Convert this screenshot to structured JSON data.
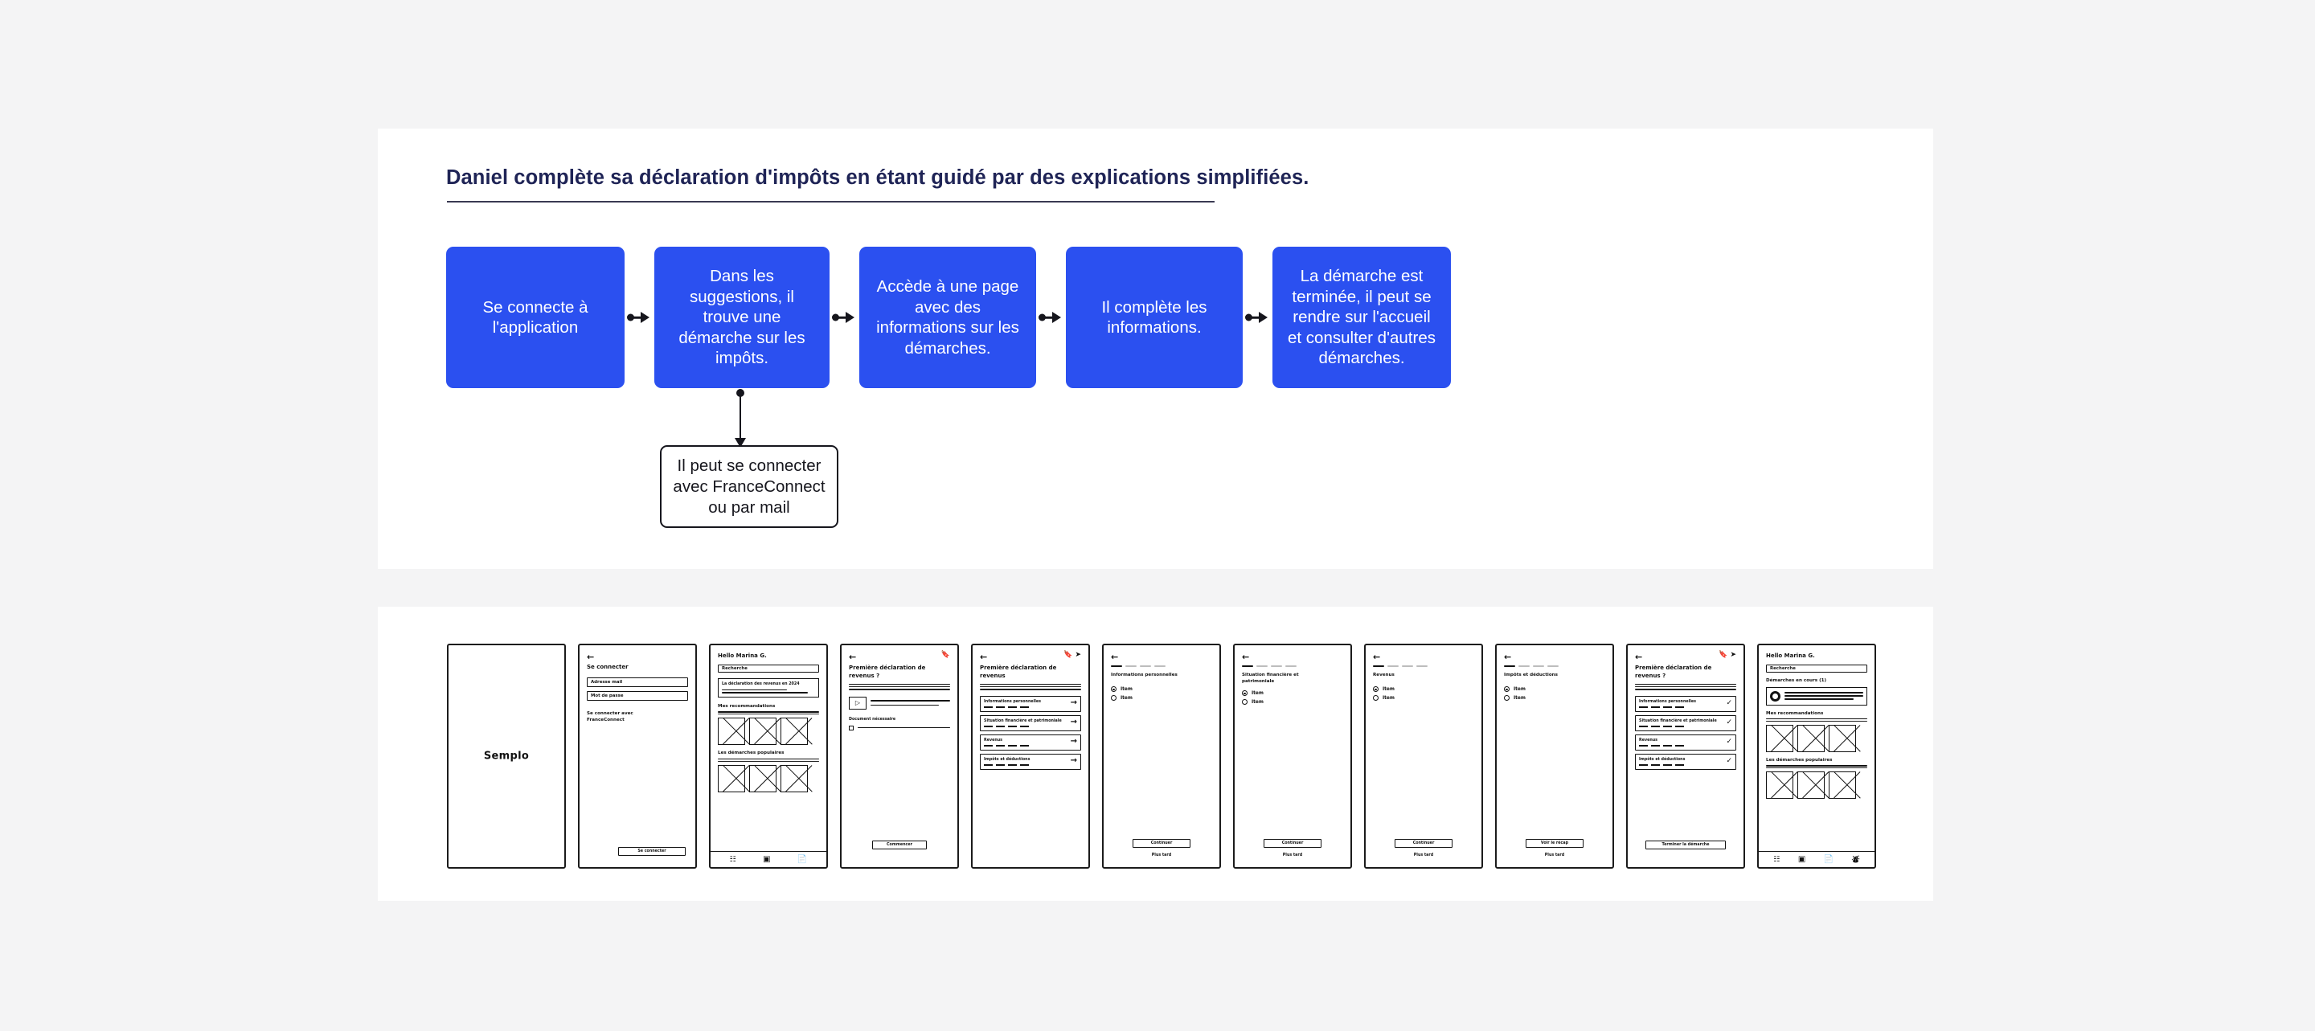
{
  "flow": {
    "title": "Daniel complète sa déclaration d'impôts en étant guidé par des explications simplifiées.",
    "steps": [
      {
        "label": "Se connecte à l'application"
      },
      {
        "label": "Dans les suggestions, il trouve une démarche sur les impôts."
      },
      {
        "label": "Accède à une page avec des informations sur les démarches."
      },
      {
        "label": "Il complète les informations."
      },
      {
        "label": "La démarche est terminée, il peut se rendre sur l'accueil et consulter d'autres démarches."
      }
    ],
    "branch_note": "Il peut se connecter avec FranceConnect ou par mail",
    "accent_color": "#2b50f0",
    "title_color": "#1f2456"
  },
  "wireframes": {
    "splash": {
      "logo": "Semplo"
    },
    "login": {
      "title": "Se connecter",
      "email_placeholder": "Adresse mail",
      "password_placeholder": "Mot de passe",
      "alt_label": "Se connecter avec FranceConnect",
      "submit": "Se connecter",
      "back_icon": "back-arrow-icon"
    },
    "home": {
      "greeting": "Hello Marina G.",
      "search_placeholder": "Recherche",
      "card_title": "La déclaration des revenus en 2024",
      "section_recommendations": "Mes recommandations",
      "section_popular": "Les démarches populaires",
      "nav": [
        "grid-icon",
        "document-icon",
        "file-icon"
      ]
    },
    "intro": {
      "title": "Première déclaration de revenus ?",
      "doc_label": "Document nécessaire",
      "cta": "Commencer",
      "icons": [
        "bookmark-icon"
      ]
    },
    "sections": {
      "title": "Première déclaration de revenus",
      "icons": [
        "bookmark-icon",
        "share-icon"
      ],
      "items": [
        "Informations personnelles",
        "Situation financière et patrimoniale",
        "Revenus",
        "Impôts et déductions"
      ]
    },
    "form_screens": [
      {
        "title": "Informations personnelles",
        "options": [
          "Item",
          "Item"
        ],
        "cta": "Continuer",
        "later": "Plus tard"
      },
      {
        "title": "Situation financière et patrimoniale",
        "options": [
          "Item",
          "Item"
        ],
        "cta": "Continuer",
        "later": "Plus tard"
      },
      {
        "title": "Revenus",
        "options": [
          "Item",
          "Item"
        ],
        "cta": "Continuer",
        "later": "Plus tard"
      },
      {
        "title": "Impôts et déductions",
        "options": [
          "Item",
          "Item"
        ],
        "cta": "Voir le récap",
        "later": "Plus tard"
      }
    ],
    "recap": {
      "title": "Première déclaration de revenus ?",
      "icons": [
        "bookmark-icon",
        "share-icon"
      ],
      "items": [
        "Informations personnelles",
        "Situation financière et patrimoniale",
        "Revenus",
        "Impôts et déductions"
      ],
      "cta": "Terminer la démarche"
    },
    "home_after": {
      "greeting": "Hello Marina G.",
      "search_placeholder": "Recherche",
      "in_progress_label": "Démarches en cours (1)",
      "section_recommendations": "Mes recommandations",
      "section_popular": "Les démarches populaires",
      "nav": [
        "grid-icon",
        "document-icon",
        "file-icon",
        "person-icon"
      ]
    }
  }
}
